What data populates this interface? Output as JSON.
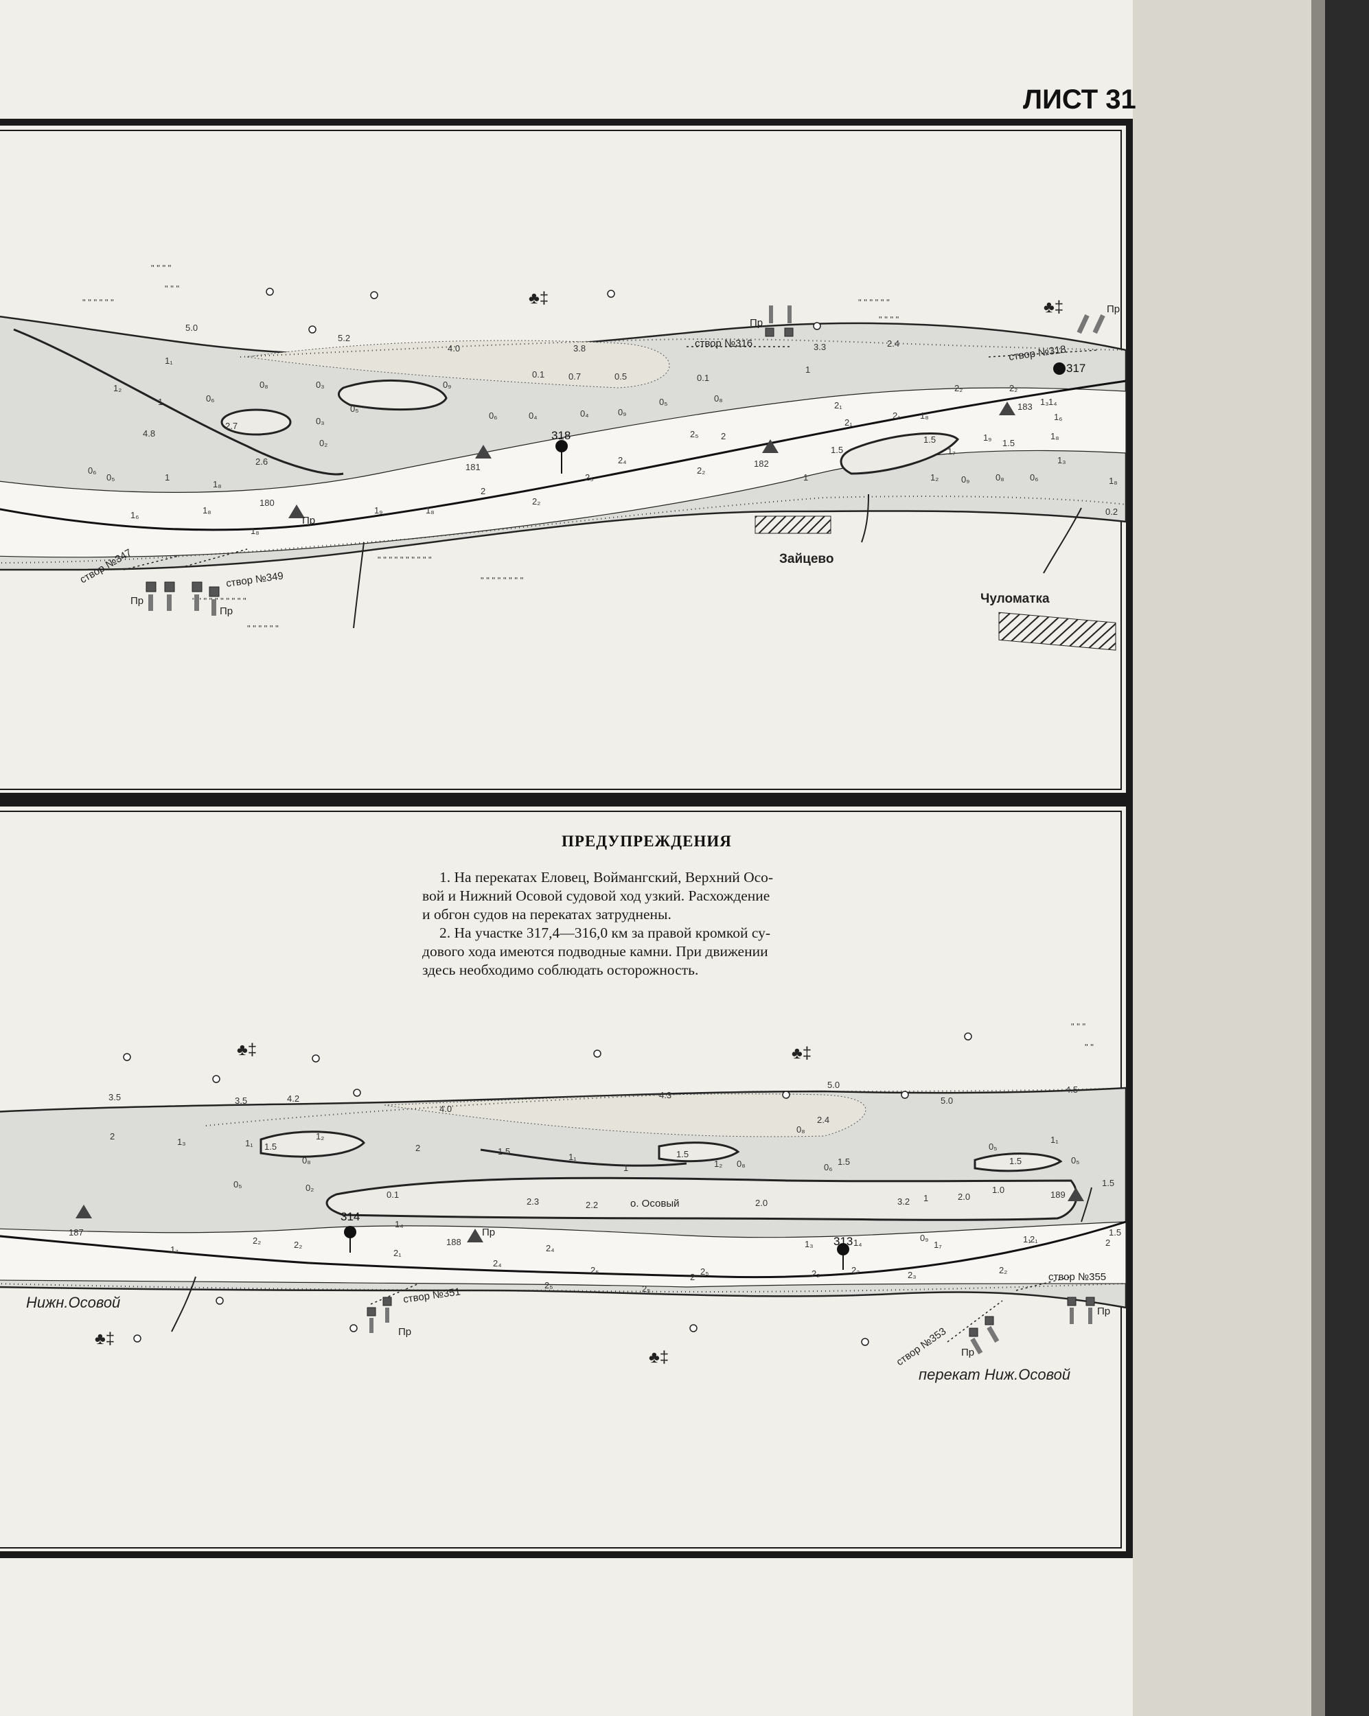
{
  "sheet": {
    "title": "ЛИСТ 31"
  },
  "top_map": {
    "places": [
      "Зайцево",
      "Чуломатка"
    ],
    "stvors": [
      "створ №316",
      "створ №318",
      "створ №347",
      "створ №349"
    ],
    "km_markers": [
      "317",
      "318"
    ],
    "sign_labels": [
      "Пр",
      "Пр",
      "Пр",
      "Пр",
      "Пр"
    ],
    "buoys": [
      "180",
      "181",
      "182",
      "183"
    ],
    "depths": [
      "5.0",
      "5.2",
      "4.0",
      "3.8",
      "3.3",
      "2.4",
      "0.1",
      "0.7",
      "0.5",
      "0.1",
      "1.5",
      "1.5",
      "1.5",
      "4.8",
      "2.6",
      "2.7",
      "0.2",
      "1₁",
      "1₂",
      "1",
      "0₆",
      "0₈",
      "0₃",
      "0₅",
      "0₉",
      "0₃",
      "0₂",
      "0₆",
      "0₄",
      "0₄",
      "0₉",
      "0₅",
      "0₈",
      "1",
      "0₆",
      "0₅",
      "1",
      "1₈",
      "1₆",
      "1₈",
      "1₈",
      "1₉",
      "1₈",
      "2",
      "2₂",
      "2₅",
      "2₄",
      "2₅",
      "2",
      "2₂",
      "2₁",
      "2₁",
      "2₁",
      "1₈",
      "1₇",
      "1₂",
      "1",
      "0₉",
      "0₈",
      "0₆",
      "1₃",
      "1₈",
      "1₆",
      "1₈",
      "1₉",
      "2₂",
      "2₂",
      "1₃",
      "1₄"
    ]
  },
  "warnings": {
    "title": "ПРЕДУПРЕЖДЕНИЯ",
    "items": [
      {
        "lines": [
          "1. На перекатах Еловец, Воймангский, Верхний Осо-",
          "вой и Нижний Осовой судовой ход узкий. Расхождение",
          "и обгон судов на перекатах затруднены."
        ]
      },
      {
        "lines": [
          "2. На участке 317,4—316,0 км за правой кромкой су-",
          "дового хода имеются подводные камни. При движении",
          "здесь необходимо соблюдать осторожность."
        ]
      }
    ]
  },
  "bottom_map": {
    "places": [
      "о. Осовый",
      "перекат Ниж.Осовой",
      "Нижн.Осовой"
    ],
    "stvors": [
      "створ №351",
      "створ №353",
      "створ №355"
    ],
    "km_markers": [
      "313",
      "314"
    ],
    "sign_labels": [
      "Пр",
      "Пр",
      "Пр",
      "Пр"
    ],
    "buoys": [
      "187",
      "188",
      "189"
    ],
    "depths": [
      "3.5",
      "3.5",
      "4.2",
      "4.0",
      "4.3",
      "5.0",
      "5.0",
      "4.5",
      "2.4",
      "1.5",
      "1.5",
      "1.5",
      "1.5",
      "1.5",
      "0.1",
      "2.3",
      "2.2",
      "2.0",
      "3.2",
      "2.0",
      "1.0",
      "1.5",
      "1.5",
      "2",
      "1₃",
      "1₁",
      "1₂",
      "2",
      "0₈",
      "1₁",
      "0₅",
      "0₆",
      "1",
      "1₂",
      "0₈",
      "1₁",
      "1",
      "0₅",
      "0₈",
      "0₅",
      "0₂",
      "1₄",
      "1₃",
      "1₄",
      "0₉",
      "1₇",
      "1₁",
      "1₇",
      "2₂",
      "2₂",
      "2₁",
      "2₄",
      "2₄",
      "2₅",
      "2₅",
      "2₂",
      "2₂",
      "2₃",
      "2₂",
      "2₁",
      "2",
      "2₅",
      "2₅",
      "2"
    ]
  },
  "colors": {
    "shallow": "#dcdcd8",
    "channel": "#f7f6f2",
    "ink": "#1c1c1c",
    "paper": "#f1efe9"
  }
}
